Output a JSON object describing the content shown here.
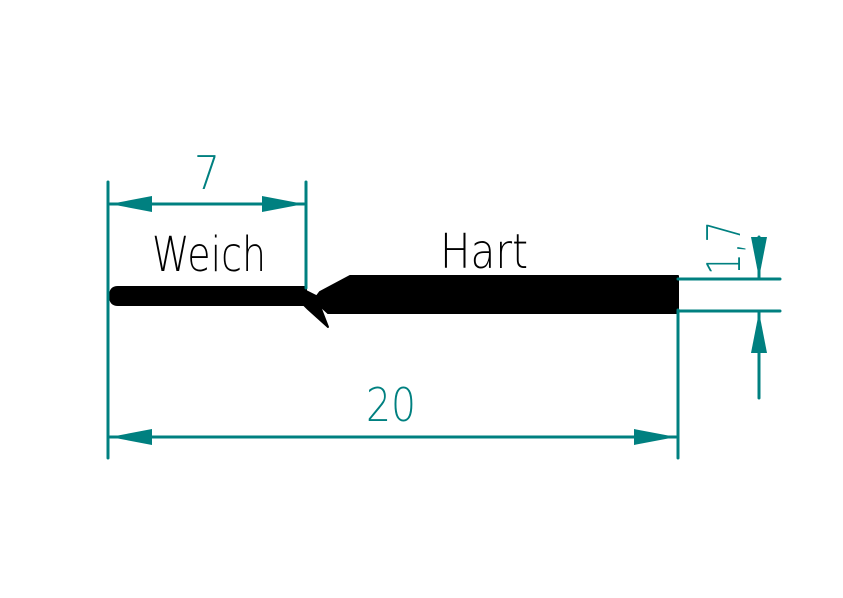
{
  "labels": {
    "soft": "Weich",
    "hard": "Hart"
  },
  "dimensions": {
    "soft_length": "7",
    "total_length": "20",
    "thickness": "1,7"
  },
  "colors": {
    "dimension": "#008080",
    "profile": "#000000",
    "background": "#ffffff"
  }
}
